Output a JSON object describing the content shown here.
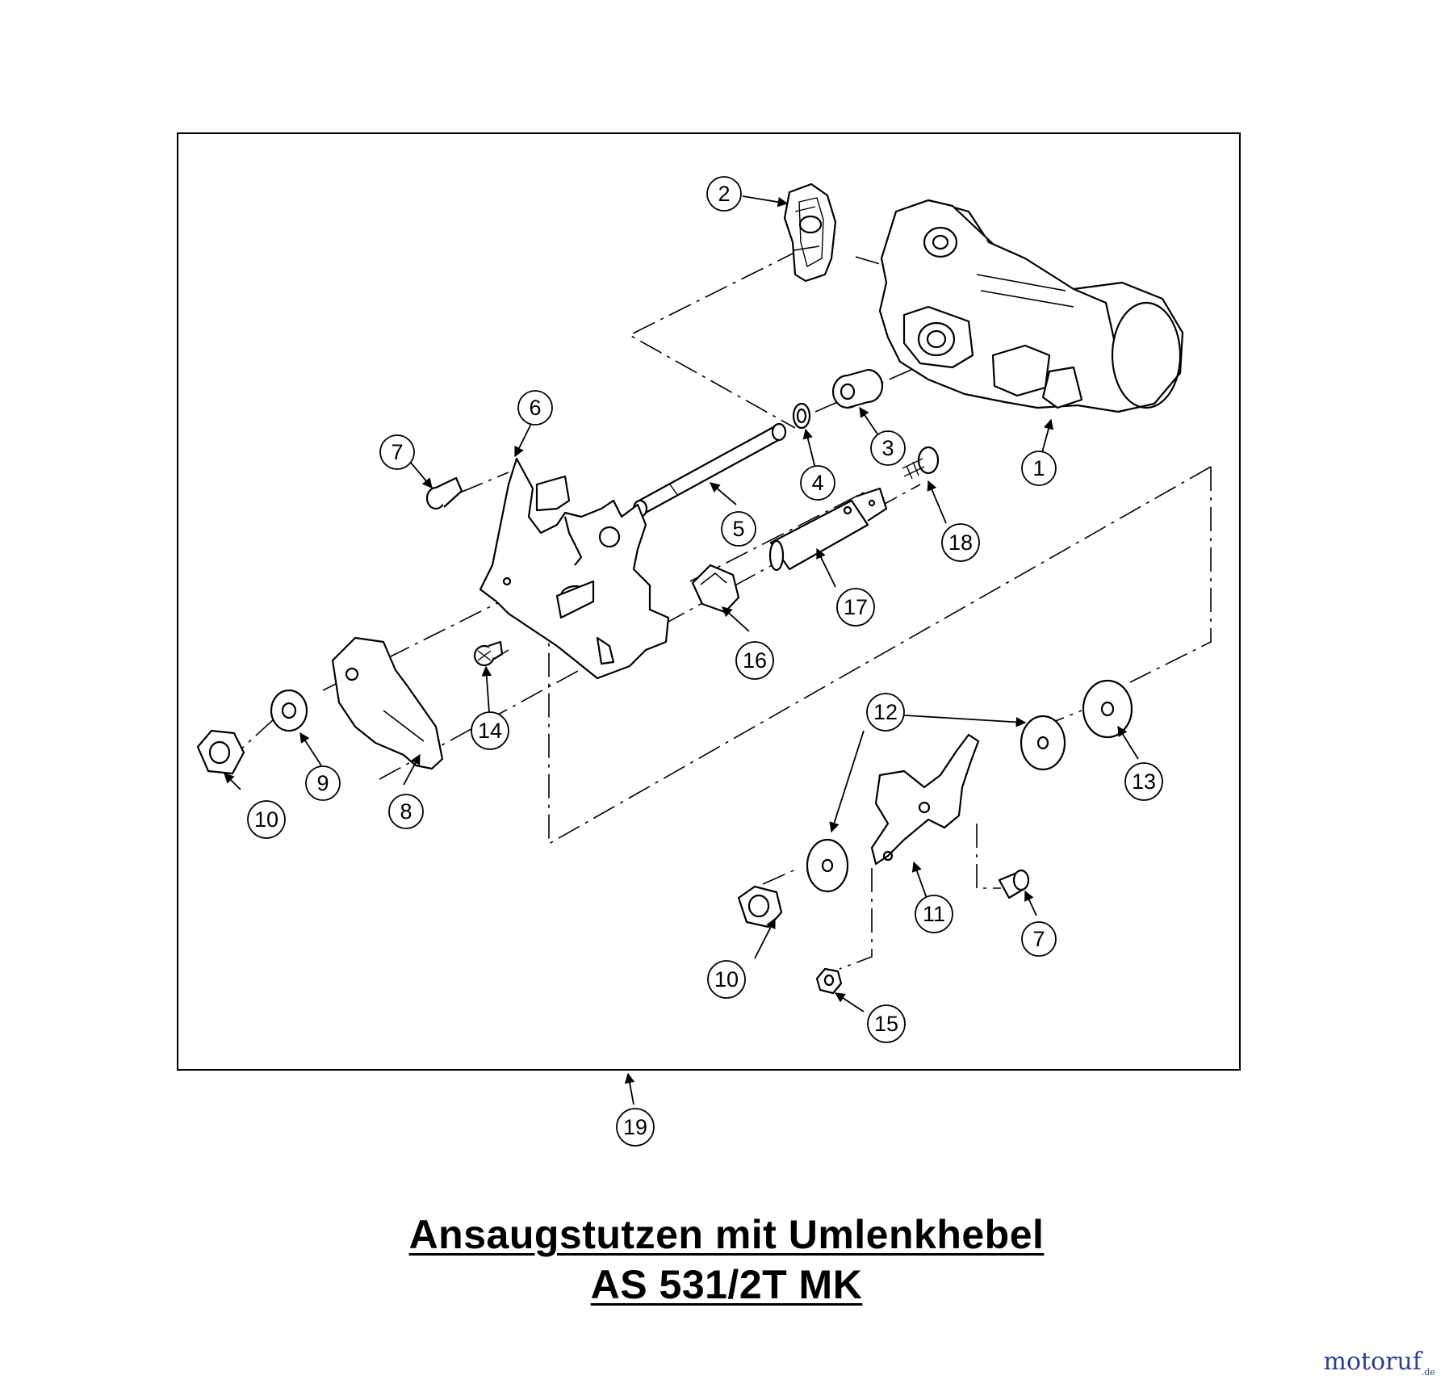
{
  "title": {
    "line1": "Ansaugstutzen mit Umlenkhebel",
    "line2": "AS 531/2T MK"
  },
  "watermark": {
    "text": "motoruf",
    "suffix": ".de",
    "colors": {
      "primary": "#2a3f8f",
      "accent": "#e07a10"
    }
  },
  "callouts": [
    {
      "id": "c1",
      "label": "1"
    },
    {
      "id": "c2",
      "label": "2"
    },
    {
      "id": "c3",
      "label": "3"
    },
    {
      "id": "c4",
      "label": "4"
    },
    {
      "id": "c5",
      "label": "5"
    },
    {
      "id": "c6",
      "label": "6"
    },
    {
      "id": "c7a",
      "label": "7"
    },
    {
      "id": "c7b",
      "label": "7"
    },
    {
      "id": "c8",
      "label": "8"
    },
    {
      "id": "c9",
      "label": "9"
    },
    {
      "id": "c10a",
      "label": "10"
    },
    {
      "id": "c10b",
      "label": "10"
    },
    {
      "id": "c11",
      "label": "11"
    },
    {
      "id": "c12",
      "label": "12"
    },
    {
      "id": "c13",
      "label": "13"
    },
    {
      "id": "c14",
      "label": "14"
    },
    {
      "id": "c15",
      "label": "15"
    },
    {
      "id": "c16",
      "label": "16"
    },
    {
      "id": "c17",
      "label": "17"
    },
    {
      "id": "c18",
      "label": "18"
    },
    {
      "id": "c19",
      "label": "19"
    }
  ]
}
